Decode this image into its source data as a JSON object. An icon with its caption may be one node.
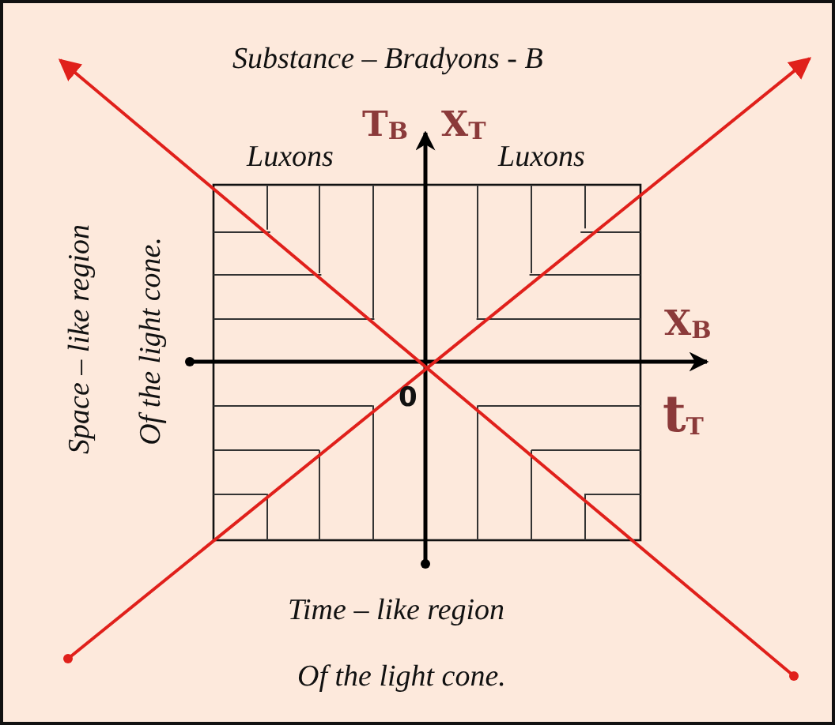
{
  "diagram": {
    "labels": [
      "Substance – Bradyons - B",
      "T$_{B}$",
      "X$_{T}$",
      "Luxons",
      "Luxons",
      "Space – like region",
      "Of the light cone.",
      "X$_{B}$",
      "0",
      "t$_{T}$",
      "Time – like region",
      "Of the light cone."
    ]
  }
}
